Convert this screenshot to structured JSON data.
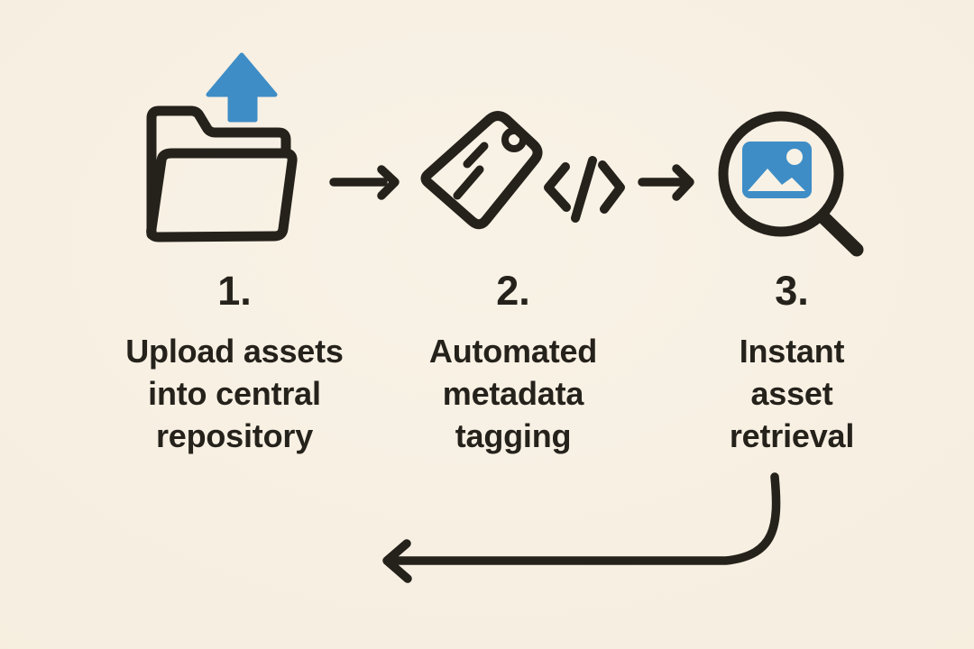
{
  "diagram": {
    "steps": [
      {
        "number": "1.",
        "caption_lines": [
          "Upload assets",
          "into central",
          "repository"
        ],
        "icon": "folder-upload-icon"
      },
      {
        "number": "2.",
        "caption_lines": [
          "Automated",
          "metadata",
          "tagging"
        ],
        "icon": "tag-code-icon"
      },
      {
        "number": "3.",
        "caption_lines": [
          "Instant",
          "asset",
          "retrieval"
        ],
        "icon": "search-image-icon"
      }
    ],
    "connectors": [
      {
        "icon": "arrow-right-icon",
        "from": "step-1",
        "to": "step-2"
      },
      {
        "icon": "arrow-right-icon",
        "from": "step-2",
        "to": "step-3"
      },
      {
        "icon": "loop-back-arrow-icon",
        "from": "step-3",
        "to": "step-1"
      }
    ]
  },
  "colors": {
    "background": "#f6eee0",
    "paper_white": "#f8f2e6",
    "ink": "#25211b",
    "accent_blue": "#3e8dc6"
  }
}
